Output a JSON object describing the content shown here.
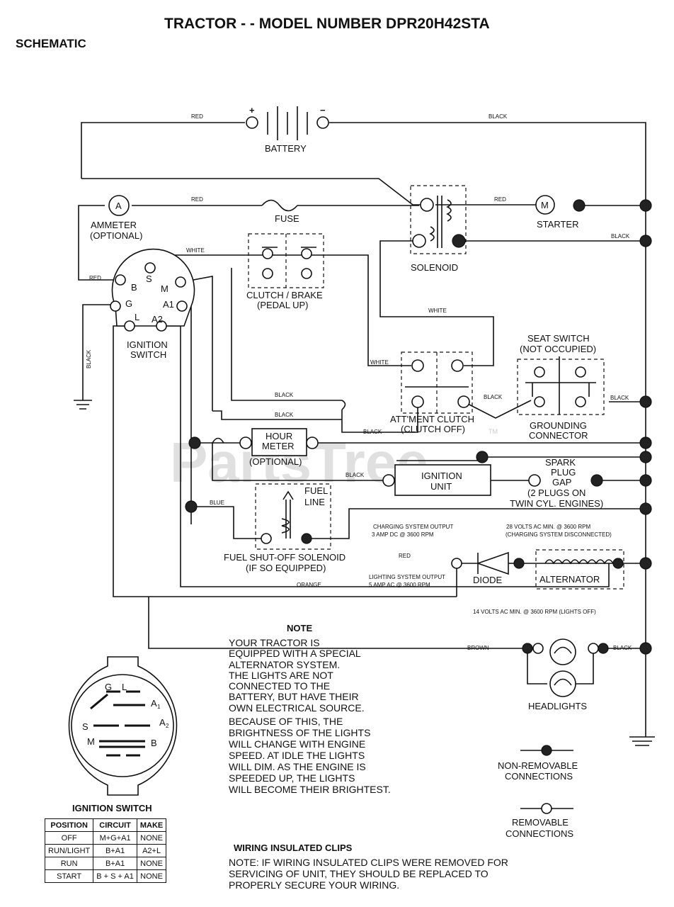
{
  "title": "TRACTOR - - MODEL NUMBER DPR20H42STA",
  "subtitle": "SCHEMATIC",
  "watermark": "PartsTree",
  "watermark_tm": "TM",
  "components": {
    "battery": "BATTERY",
    "battery_plus": "+",
    "battery_minus": "−",
    "ammeter_symbol": "A",
    "ammeter": "AMMETER",
    "ammeter_opt": "(OPTIONAL)",
    "fuse": "FUSE",
    "starter_symbol": "M",
    "starter": "STARTER",
    "solenoid": "SOLENOID",
    "clutch_brake": "CLUTCH / BRAKE",
    "clutch_brake_sub": "(PEDAL UP)",
    "ignition_switch": "IGNITION",
    "ignition_switch_2": "SWITCH",
    "seat_switch": "SEAT SWITCH",
    "seat_switch_sub": "(NOT OCCUPIED)",
    "attachment_clutch": "ATT'MENT CLUTCH",
    "attachment_clutch_sub": "(CLUTCH OFF)",
    "grounding_connector": "GROUNDING",
    "grounding_connector_2": "CONNECTOR",
    "hour_meter": "HOUR",
    "hour_meter_2": "METER",
    "hour_meter_opt": "(OPTIONAL)",
    "spark_plug": "SPARK",
    "spark_plug_2": "PLUG",
    "spark_plug_3": "GAP",
    "spark_plug_4": "(2 PLUGS ON",
    "spark_plug_5": "TWIN CYL. ENGINES)",
    "ignition_unit": "IGNITION",
    "ignition_unit_2": "UNIT",
    "fuel_line": "FUEL",
    "fuel_line_2": "LINE",
    "fuel_solenoid": "FUEL SHUT-OFF SOLENOID",
    "fuel_solenoid_sub": "(IF SO EQUIPPED)",
    "diode": "DIODE",
    "alternator": "ALTERNATOR",
    "headlights": "HEADLIGHTS"
  },
  "terminals": {
    "b": "B",
    "s": "S",
    "m": "M",
    "g": "G",
    "l": "L",
    "a1": "A1",
    "a2": "A2"
  },
  "wire_colors": {
    "red": "RED",
    "black": "BLACK",
    "white": "WHITE",
    "blue": "BLUE",
    "orange": "ORANGE",
    "brown": "BROWN"
  },
  "annotations": {
    "charging_out_1": "CHARGING SYSTEM OUTPUT",
    "charging_out_2": "3 AMP DC @ 3600 RPM",
    "volts28_1": "28 VOLTS AC MIN. @ 3600 RPM",
    "volts28_2": "(CHARGING SYSTEM DISCONNECTED)",
    "lighting_out_1": "LIGHTING SYSTEM OUTPUT",
    "lighting_out_2": "5 AMP AC @ 3600 RPM",
    "volts14": "14 VOLTS AC MIN. @ 3600 RPM (LIGHTS OFF)"
  },
  "note": {
    "heading": "NOTE",
    "lines": [
      "YOUR TRACTOR IS",
      "EQUIPPED WITH A SPECIAL",
      "ALTERNATOR SYSTEM.",
      "THE LIGHTS ARE NOT",
      "CONNECTED TO THE",
      "BATTERY, BUT HAVE THEIR",
      "OWN ELECTRICAL SOURCE.",
      "BECAUSE OF THIS, THE",
      "BRIGHTNESS OF THE LIGHTS",
      "WILL CHANGE WITH ENGINE",
      "SPEED.  AT IDLE THE LIGHTS",
      "WILL DIM.  AS THE ENGINE IS",
      "SPEEDED UP, THE LIGHTS",
      "WILL BECOME THEIR BRIGHTEST."
    ]
  },
  "legend": {
    "non_removable_1": "NON-REMOVABLE",
    "non_removable_2": "CONNECTIONS",
    "removable_1": "REMOVABLE",
    "removable_2": "CONNECTIONS"
  },
  "clips": {
    "heading": "WIRING INSULATED CLIPS",
    "line1": "NOTE: IF WIRING INSULATED CLIPS WERE REMOVED FOR",
    "line2": "SERVICING OF UNIT, THEY SHOULD BE REPLACED TO",
    "line3": "PROPERLY SECURE YOUR WIRING."
  },
  "ignition_detail": {
    "title": "IGNITION SWITCH",
    "g": "G",
    "l": "L",
    "a1": "A",
    "a1_sub": "1",
    "a2": "A",
    "a2_sub": "2",
    "s": "S",
    "m": "M",
    "b": "B"
  },
  "ignition_table": {
    "headers": [
      "POSITION",
      "CIRCUIT",
      "MAKE"
    ],
    "rows": [
      [
        "OFF",
        "M+G+A1",
        "NONE"
      ],
      [
        "RUN/LIGHT",
        "B+A1",
        "A2+L"
      ],
      [
        "RUN",
        "B+A1",
        "NONE"
      ],
      [
        "START",
        "B + S + A1",
        "NONE"
      ]
    ]
  }
}
